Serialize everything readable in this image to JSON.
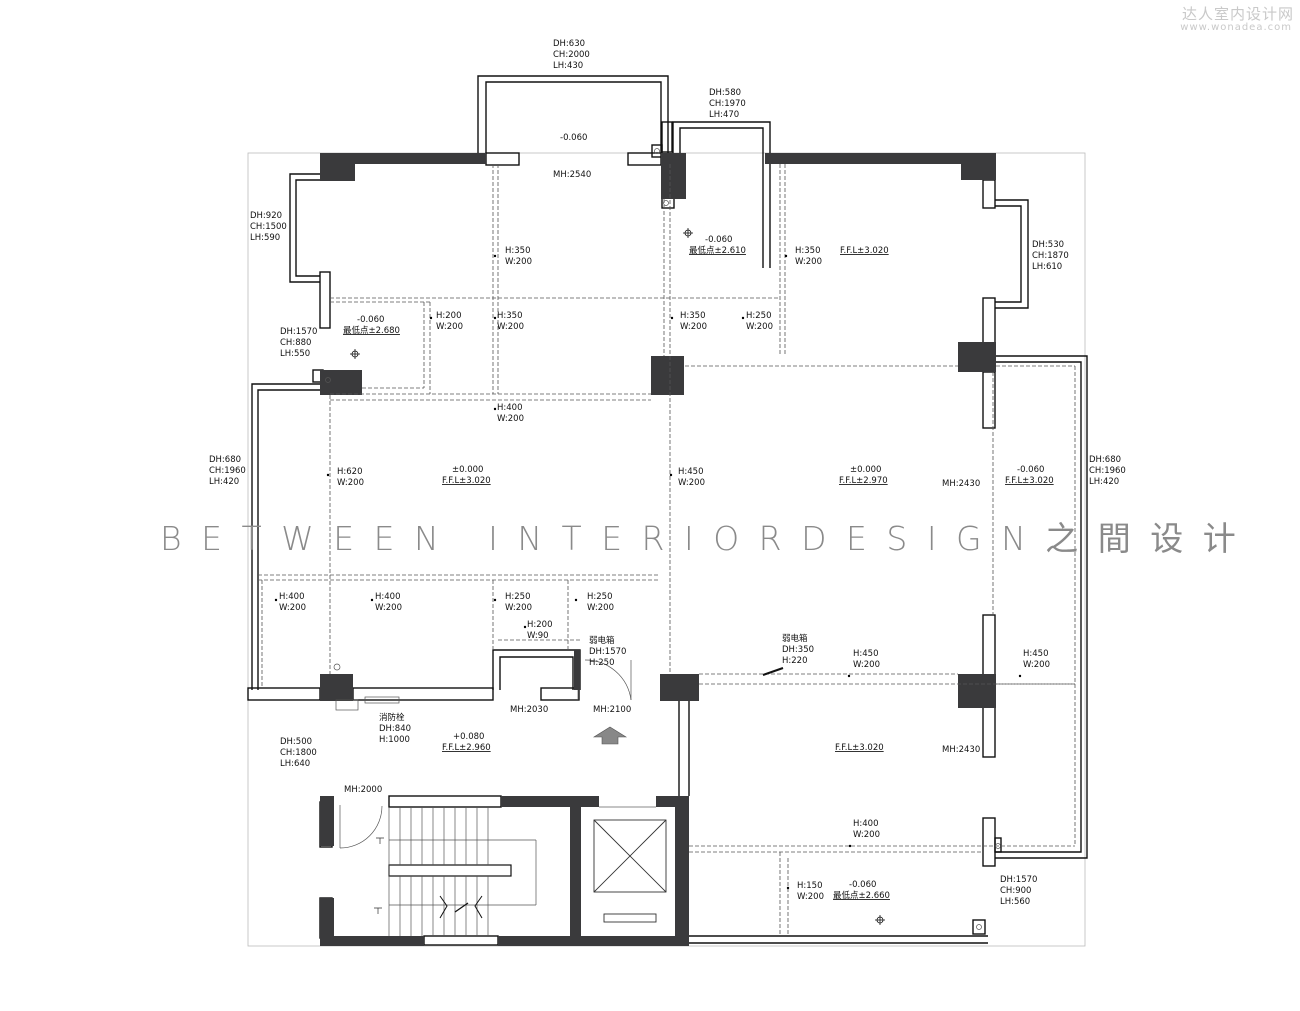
{
  "watermark": {
    "site_name": "达人室内设计网",
    "site_url": "www.wonadea.com",
    "studio": "BETWEEN INTERIORDESIGN之間设计"
  },
  "labels": {
    "north_top": [
      "DH:630",
      "CH:2000",
      "LH:430"
    ],
    "ne_top": [
      "DH:580",
      "CH:1970",
      "LH:470"
    ],
    "west_upper": [
      "DH:920",
      "CH:1500",
      "LH:590"
    ],
    "east_upper": [
      "DH:530",
      "CH:1870",
      "LH:610"
    ],
    "west_mid": [
      "DH:1570",
      "CH:880",
      "LH:550"
    ],
    "west_main": [
      "DH:680",
      "CH:1960",
      "LH:420"
    ],
    "east_main": [
      "DH:680",
      "CH:1960",
      "LH:420"
    ],
    "west_lower": [
      "DH:500",
      "CH:1800",
      "LH:640"
    ],
    "se_lower": [
      "DH:1570",
      "CH:900",
      "LH:560"
    ],
    "fire_hydrant": [
      "消防栓",
      "DH:840",
      "H:1000"
    ],
    "weak_box_1": [
      "弱电箱",
      "DH:1570",
      "H:250"
    ],
    "weak_box_2": [
      "弱电箱",
      "DH:350",
      "H:220"
    ],
    "balcony_level": "-0.060",
    "mh_2540": "MH:2540",
    "mh_2430_a": "MH:2430",
    "mh_2430_b": "MH:2430",
    "mh_2030": "MH:2030",
    "mh_2100": "MH:2100",
    "mh_2000": "MH:2000",
    "level_ne": [
      "-0.060",
      "最低点±2.610"
    ],
    "level_nw": [
      "-0.060",
      "最低点±2.680"
    ],
    "level_se": [
      "-0.060",
      "最低点±2.660"
    ],
    "ffl_ne": "F.F.L±3.020",
    "center_left": [
      "±0.000",
      "F.F.L±3.020"
    ],
    "center_right": [
      "±0.000",
      "F.F.L±2.970"
    ],
    "east_strip": [
      "-0.060",
      "F.F.L±3.020"
    ],
    "lobby": [
      "+0.080",
      "F.F.L±2.960"
    ],
    "ffl_se": "F.F.L±3.020",
    "beams": [
      [
        "H:350",
        "W:200"
      ],
      [
        "H:350",
        "W:200"
      ],
      [
        "H:200",
        "W:200"
      ],
      [
        "H:350",
        "W:200"
      ],
      [
        "H:350",
        "W:200"
      ],
      [
        "H:250",
        "W:200"
      ],
      [
        "H:400",
        "W:200"
      ],
      [
        "H:620",
        "W:200"
      ],
      [
        "H:450",
        "W:200"
      ],
      [
        "H:400",
        "W:200"
      ],
      [
        "H:400",
        "W:200"
      ],
      [
        "H:250",
        "W:200"
      ],
      [
        "H:250",
        "W:200"
      ],
      [
        "H:200",
        "W:90"
      ],
      [
        "H:450",
        "W:200"
      ],
      [
        "H:450",
        "W:200"
      ],
      [
        "H:400",
        "W:200"
      ],
      [
        "H:150",
        "W:200"
      ]
    ]
  }
}
